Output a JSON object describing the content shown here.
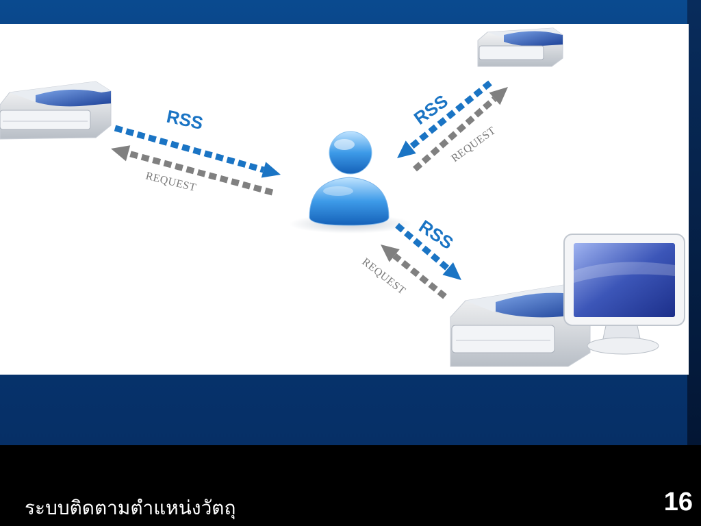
{
  "diagram": {
    "rss_label": "RSS",
    "request_label": "REQUEST"
  },
  "footer": {
    "title": "ระบบติดตามตำแหน่งวัตถุ",
    "page_number": "16"
  },
  "colors": {
    "rss_blue": "#1a74c4",
    "request_gray": "#808080",
    "slide_blue": "#073a78",
    "footer_black": "#000000"
  },
  "icons": [
    "server-icon",
    "user-icon",
    "computer-monitor-icon"
  ]
}
